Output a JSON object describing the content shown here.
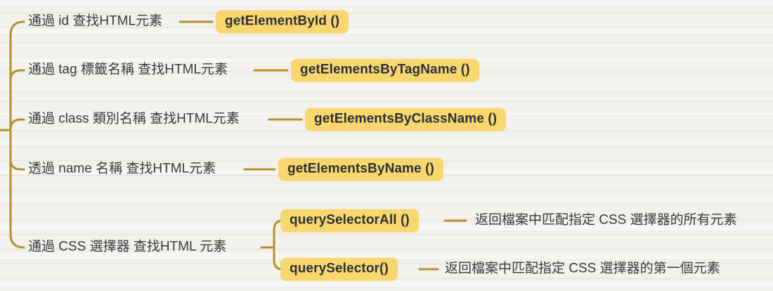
{
  "diagram": {
    "type": "mindmap",
    "topic": "finding HTML elements (DOM methods)",
    "palette": {
      "connector_line": "#b29226",
      "highlight_chip": "#f9d76f",
      "label_text": "#3a3a3a",
      "chip_text": "#2b3137",
      "paper_background": "#f2f1ee"
    },
    "branches": [
      {
        "label": "通過 id 查找HTML元素",
        "method": "getElementById ()"
      },
      {
        "label": "通過 tag 標籤名稱 查找HTML元素",
        "method": "getElementsByTagName ()"
      },
      {
        "label": "通過 class 類別名稱 查找HTML元素",
        "method": "getElementsByClassName ()"
      },
      {
        "label": "透過 name 名稱 查找HTML元素",
        "method": "getElementsByName ()"
      },
      {
        "label": "通過 CSS 選擇器 查找HTML 元素",
        "children": [
          {
            "method": "querySelectorAll ()",
            "description": "返回檔案中匹配指定 CSS 選擇器的所有元素"
          },
          {
            "method": "querySelector()",
            "description": "返回檔案中匹配指定 CSS 選擇器的第一個元素"
          }
        ]
      }
    ]
  }
}
